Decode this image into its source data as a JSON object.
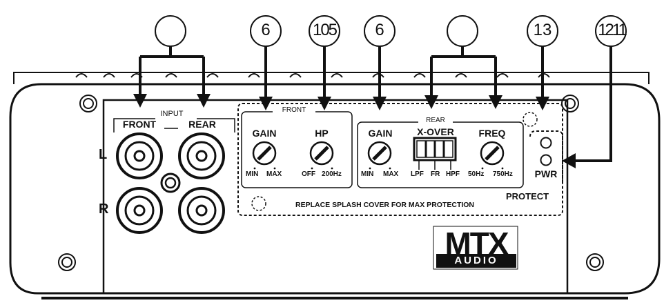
{
  "callouts": [
    {
      "id": "input-jacks",
      "number": ""
    },
    {
      "id": "front-gain",
      "number": "6"
    },
    {
      "id": "front-hp",
      "number": "105"
    },
    {
      "id": "rear-gain",
      "number": "6"
    },
    {
      "id": "rear-crossover",
      "number": ""
    },
    {
      "id": "protect-led",
      "number": "13"
    },
    {
      "id": "pwr-led",
      "number": "1211"
    }
  ],
  "input": {
    "section_label": "INPUT",
    "front_label": "FRONT",
    "rear_label": "REAR",
    "left_label": "L",
    "right_label": "R"
  },
  "front_panel": {
    "section_label": "FRONT",
    "gain_label": "GAIN",
    "gain_min": "MIN",
    "gain_max": "MAX",
    "hp_label": "HP",
    "hp_off": "OFF",
    "hp_max": "200Hz"
  },
  "rear_panel": {
    "section_label": "REAR",
    "gain_label": "GAIN",
    "gain_min": "MIN",
    "gain_max": "MAX",
    "xover_label": "X-OVER",
    "xover_lpf": "LPF",
    "xover_fr": "FR",
    "xover_hpf": "HPF",
    "freq_label": "FREQ",
    "freq_min": "50Hz",
    "freq_max": "750Hz"
  },
  "splash_cover_note": "REPLACE SPLASH COVER FOR MAX PROTECTION",
  "leds": {
    "pwr_label": "PWR",
    "protect_label": "PROTECT"
  },
  "logo": {
    "brand": "MTX",
    "sub": "AUDIO"
  }
}
